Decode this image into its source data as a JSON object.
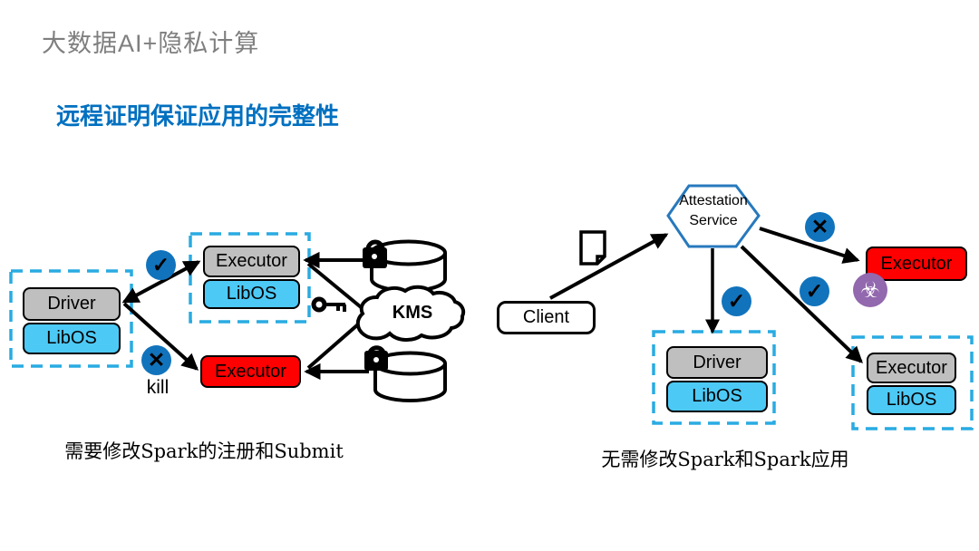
{
  "title": "大数据AI+隐私计算",
  "subtitle": "远程证明保证应用的完整性",
  "labels": {
    "driver": "Driver",
    "executor": "Executor",
    "libos": "LibOS",
    "client": "Client",
    "kms": "KMS",
    "kill": "kill",
    "attestation_line1": "Attestation",
    "attestation_line2": "Service"
  },
  "glyphs": {
    "check": "✓",
    "cross": "✕",
    "biohazard": "☣"
  },
  "captions": {
    "left": "需要修改Spark的注册和Submit",
    "right": "无需修改Spark和Spark应用"
  },
  "colors": {
    "subtitle_blue": "#0070C0",
    "title_gray": "#7F7F7F",
    "box_gray": "#BFBFBF",
    "libos_cyan": "#4DC9F6",
    "alert_red": "#FF0000",
    "enclave_dashed_cyan": "#29ABE2",
    "badge_blue": "#1173BC",
    "biohazard_purple": "#9268AE",
    "hexagon_blue": "#2779BD"
  }
}
